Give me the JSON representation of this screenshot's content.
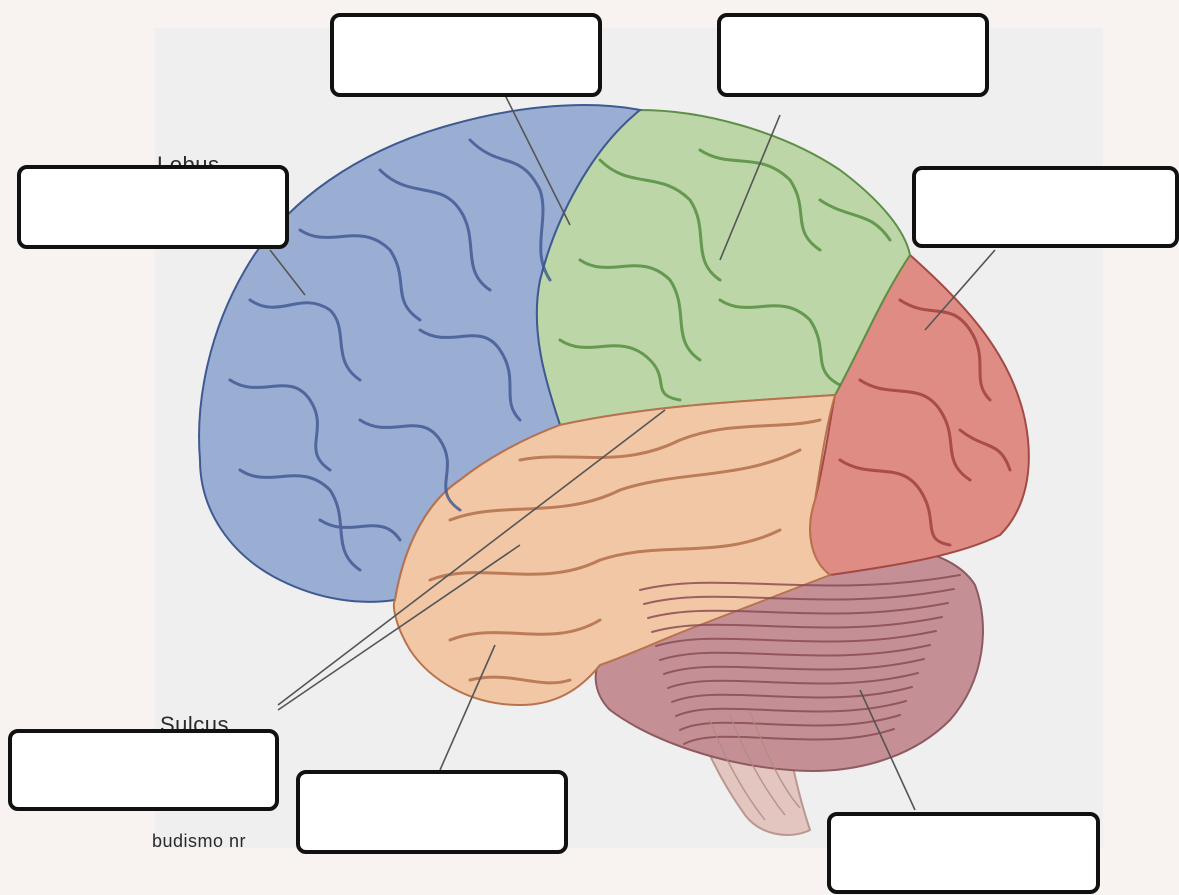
{
  "diagram": {
    "regions": [
      {
        "name": "frontal-lobe",
        "color": "#9aaed4"
      },
      {
        "name": "parietal-lobe",
        "color": "#bcd6a8"
      },
      {
        "name": "occipital-lobe",
        "color": "#de8c84"
      },
      {
        "name": "temporal-lobe",
        "color": "#f1c7a6"
      },
      {
        "name": "cerebellum",
        "color": "#c49096"
      },
      {
        "name": "brainstem",
        "color": "#e2c6bf"
      }
    ],
    "fragments": {
      "top_left": "Lobus",
      "bottom_left": "Sulcus",
      "bottom": "budismo nr"
    },
    "label_boxes": [
      {
        "id": "box-top-left",
        "value": ""
      },
      {
        "id": "box-top-center",
        "value": ""
      },
      {
        "id": "box-top-right",
        "value": ""
      },
      {
        "id": "box-right",
        "value": ""
      },
      {
        "id": "box-bottom-left",
        "value": ""
      },
      {
        "id": "box-bottom-center",
        "value": ""
      },
      {
        "id": "box-bottom-right",
        "value": ""
      }
    ]
  }
}
